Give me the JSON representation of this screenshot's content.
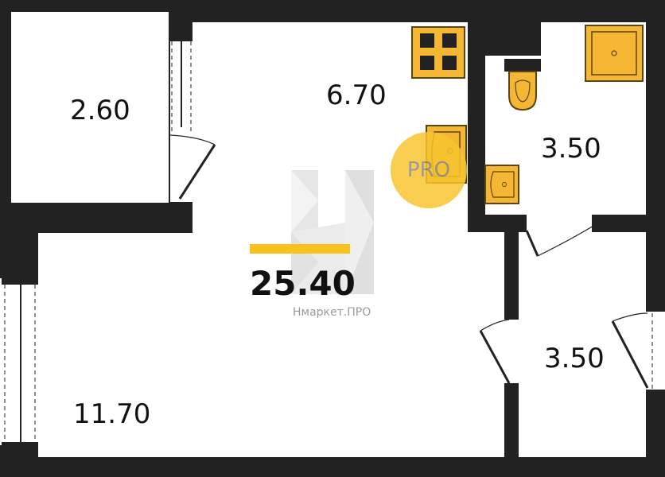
{
  "plan": {
    "rooms": [
      {
        "id": "balcony",
        "area": "2.60"
      },
      {
        "id": "kitchen",
        "area": "6.70"
      },
      {
        "id": "bathroom",
        "area": "3.50"
      },
      {
        "id": "hallway",
        "area": "3.50"
      },
      {
        "id": "living-room",
        "area": "11.70"
      }
    ],
    "total_area": "25.40",
    "badge_text": "PRO",
    "watermark_text": "Нмаркет.ПРО"
  },
  "colors": {
    "wall": "#222222",
    "fixture_fill": "#f5b733",
    "fixture_stroke": "#5a4410",
    "accent": "#f6c21b",
    "badge": "#f8c530"
  },
  "icons": [
    "stove-icon",
    "sink-icon",
    "shower-tray-icon",
    "toilet-icon",
    "washbasin-icon",
    "door-swing-icon",
    "window-icon",
    "watermark-logo-icon"
  ]
}
